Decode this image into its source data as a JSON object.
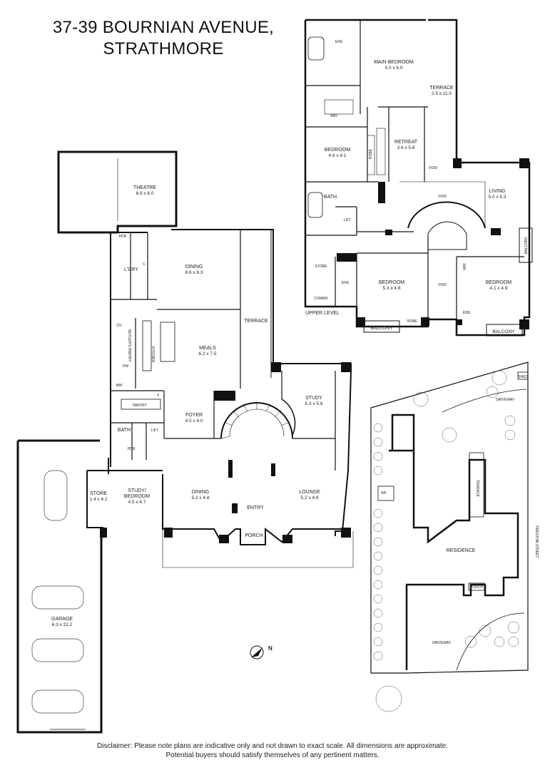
{
  "title": {
    "line1": "37-39 BOURNIAN AVENUE,",
    "line2": "STRATHMORE"
  },
  "upper_level_label": "UPPER LEVEL",
  "rooms": {
    "theatre": {
      "name": "THEATRE",
      "dim": "8.9 x 6.0"
    },
    "dining_upper": {
      "name": "DINING",
      "dim": "6.6 x 6.3"
    },
    "meals": {
      "name": "MEALS",
      "dim": "6.2 x 7.5"
    },
    "foyer": {
      "name": "FOYER",
      "dim": "4.0 x 4.0"
    },
    "study": {
      "name": "STUDY",
      "dim": "5.3 x 5.8"
    },
    "dining_lower": {
      "name": "DINING",
      "dim": "5.3 x 4.8"
    },
    "lounge": {
      "name": "LOUNGE",
      "dim": "5.2 x 4.8"
    },
    "study_bedroom": {
      "name1": "STUDY/",
      "name2": "BEDROOM",
      "dim": "4.5 x 4.7"
    },
    "store": {
      "name": "STORE",
      "dim": "1.4 x 4.2"
    },
    "garage": {
      "name": "GARAGE",
      "dim": "6.3 x 22.2"
    },
    "main_bedroom": {
      "name": "MAIN BEDROOM",
      "dim": "5.0 x 6.0"
    },
    "terrace_upper": {
      "name": "TERRACE",
      "dim": "2.5 x 11.0"
    },
    "bedroom_a": {
      "name": "BEDROOM",
      "dim": "4.6 x 4.1"
    },
    "retreat": {
      "name": "RETREAT",
      "dim": "3.6 x 5.6"
    },
    "living": {
      "name": "LIVING",
      "dim": "5.0 x 5.3"
    },
    "bedroom_b": {
      "name": "BEDROOM",
      "dim": "5.3 x 4.8"
    },
    "bedroom_c": {
      "name": "BEDROOM",
      "dim": "4.1 x 4.9"
    }
  },
  "labels": {
    "terrace": "TERRACE",
    "kitchen": "KITCHEN",
    "butlers_pantry": "BUTLER'S PANTRY",
    "pantry": "PANTRY",
    "ldry": "L'DRY",
    "pdr": "PDR",
    "pdr2": "PDR",
    "bath": "BATH",
    "lift": "LIFT",
    "entry": "ENTRY",
    "porch": "PORCH",
    "ens": "ENS",
    "wir": "WIR",
    "robe": "ROBE",
    "robe2": "ROBE",
    "bath_upper": "BATH",
    "lift_upper": "LIFT",
    "store_upper": "STORE",
    "comms": "COMMS",
    "ens2": "ENS",
    "ens3": "ENS",
    "void1": "VOID",
    "void2": "VOID",
    "void3": "VOID",
    "wir2": "WIR",
    "balcony1": "BALCONY",
    "balcony2": "BALCONY",
    "balcony3": "BALCONY",
    "c": "C",
    "ov": "OV",
    "dw": "DW",
    "f": "F",
    "mw": "MW"
  },
  "site": {
    "residence": "RESIDENCE",
    "terrace": "TERRACE",
    "driveway_top": "DRIVEWAY",
    "driveway_bottom": "DRIVEWAY",
    "street": "PRESTON STREET",
    "wf": "WF",
    "shed": "SHED",
    "porch": "PORCH"
  },
  "compass": "N",
  "disclaimer": {
    "line1": "Disclaimer: Please note plans are indicative only and not drawn to exact scale. All dimensions are approximate.",
    "line2": "Potential buyers should satisfy themselves of any pertinent matters."
  }
}
